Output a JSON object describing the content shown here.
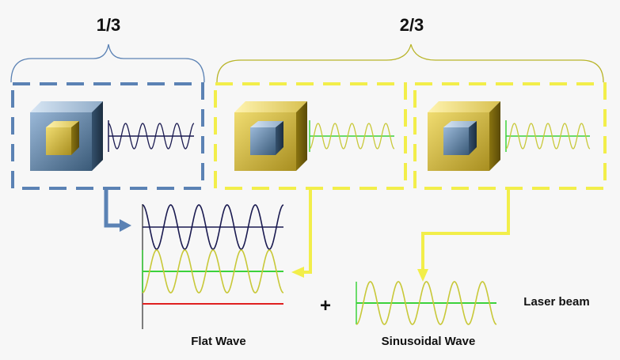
{
  "fractions": {
    "left": "1/3",
    "right": "2/3"
  },
  "labels": {
    "flat_wave": "Flat Wave",
    "sinusoidal_wave": "Sinusoidal Wave",
    "laser_beam": "Laser beam",
    "plus": "+"
  },
  "colors": {
    "blue_group": "#5b82b4",
    "yellow_group": "#f2ee4a",
    "brace_yellow": "#b8b428",
    "wave_dark": "#1a1a50",
    "wave_yellow": "#c8c838",
    "wave_green": "#3cd23c",
    "red_line": "#e02020",
    "cube_gold": "#c9b238",
    "cube_blue": "#4a6f90"
  }
}
